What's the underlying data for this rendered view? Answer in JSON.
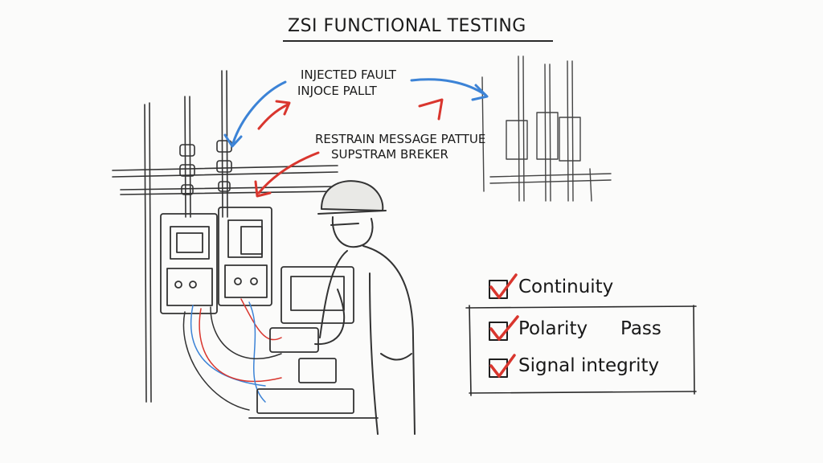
{
  "title": "ZSI FUNCTIONAL TESTING",
  "annotations": {
    "line1": "INJECTED FAULT",
    "line2": "INJOCE PALLT",
    "line3": "RESTRAIN MESSAGE PATTUE",
    "line4": "SUPSTRAM BREKER"
  },
  "checklist": [
    {
      "label": "Continuity"
    },
    {
      "label": "Polarity"
    },
    {
      "label": "Signal  integrity"
    }
  ],
  "pass_label": "Pass",
  "colors": {
    "accent_red": "#d9362e",
    "accent_blue": "#3c83d6",
    "ink": "#2b2b2b"
  }
}
